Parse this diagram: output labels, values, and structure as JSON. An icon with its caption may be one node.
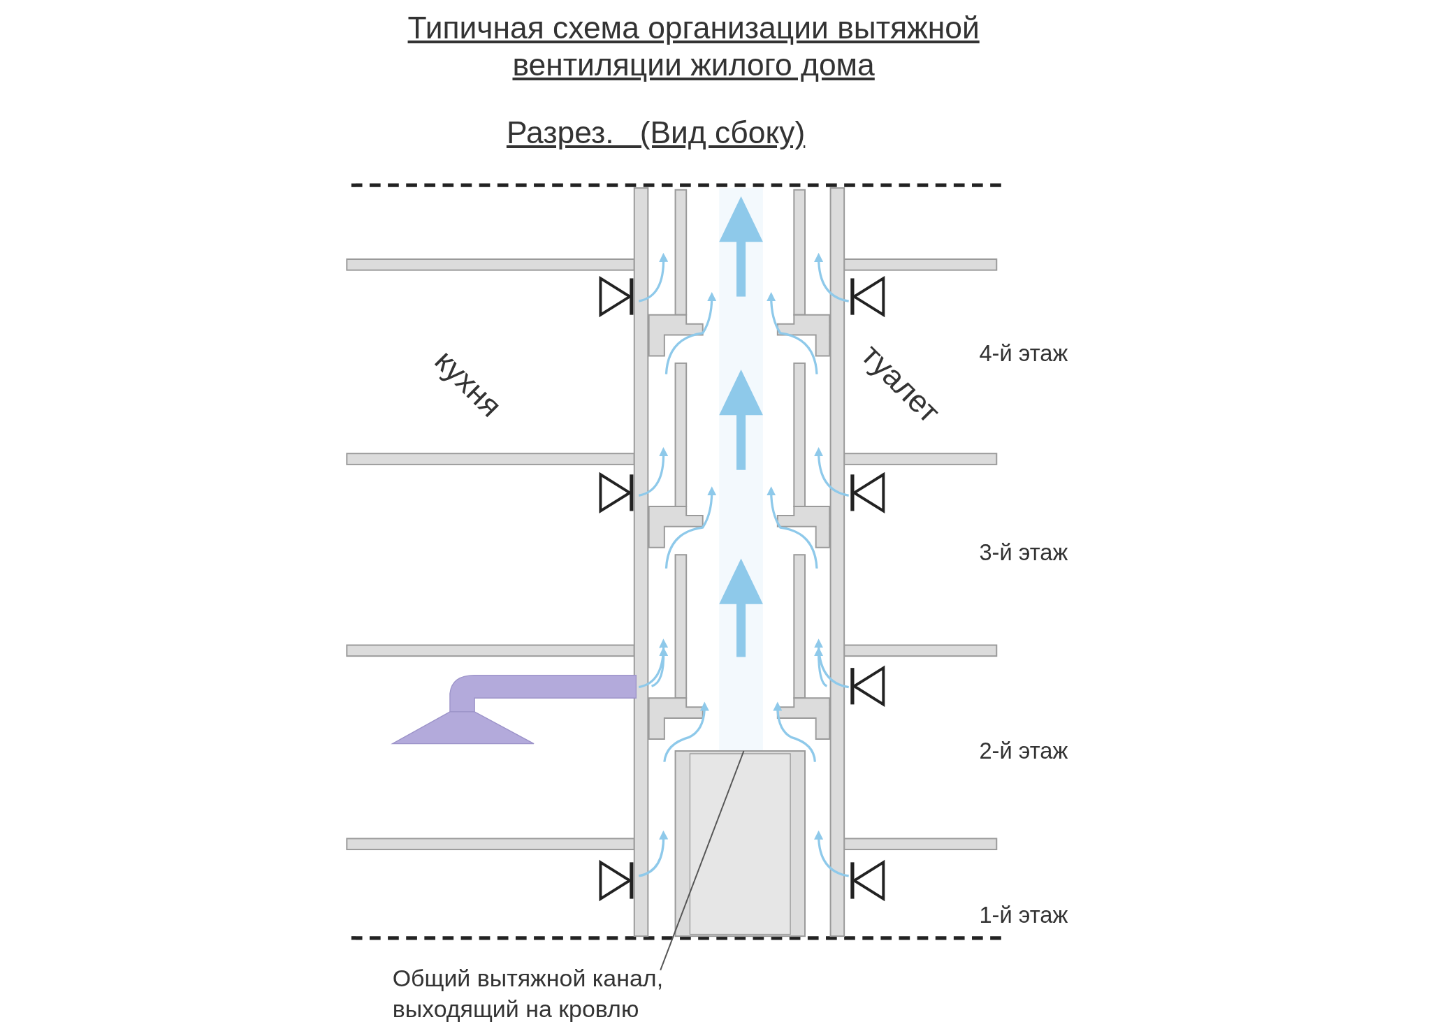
{
  "diagram": {
    "title": "Типичная схема организации вытяжной вентиляции жилого дома",
    "nodes": [
      {
        "text": [
          "Общий вытяжной канал, выходящий на кровлю"
        ]
      },
      {
        "text": [],
        "shape": "box"
      }
    ],
    "edges": [
      {
        "from": 0,
        "to": 1,
        "arrow": "none"
      }
    ],
    "labels": [
      "Разрез.   (Вид сбоку)",
      "кухня",
      "туалет",
      "4-й этаж",
      "3-й этаж",
      "2-й этаж",
      "1-й этаж"
    ]
  }
}
